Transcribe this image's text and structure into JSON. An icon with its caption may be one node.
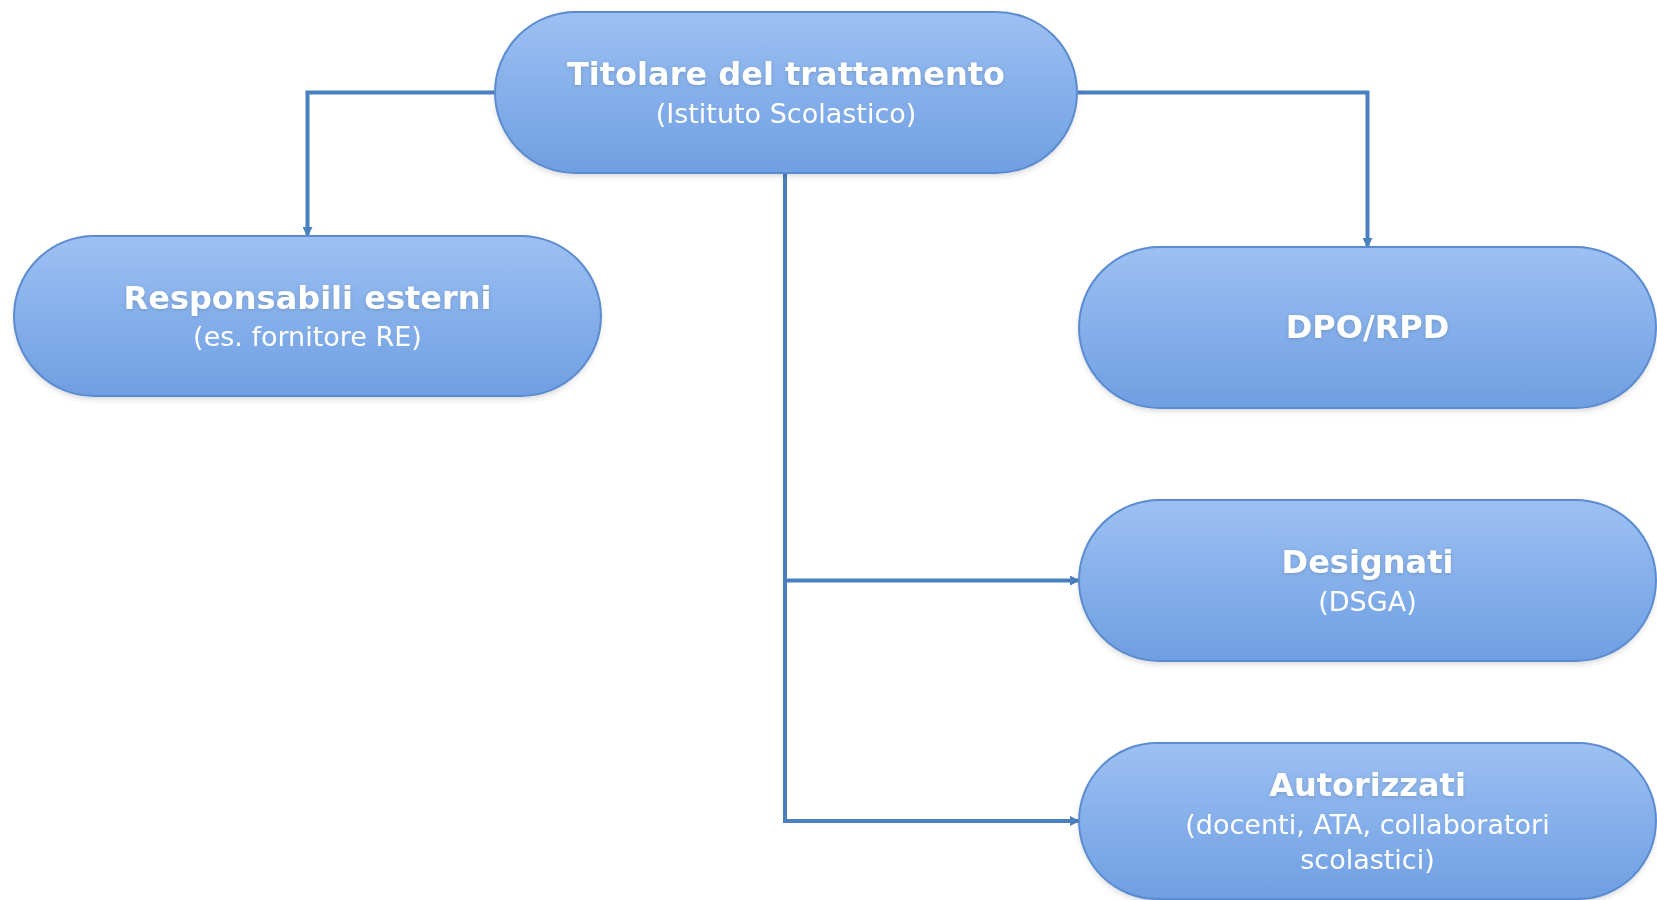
{
  "diagram": {
    "nodes": [
      {
        "text": [
          "Titolare del trattamento",
          "(Istituto Scolastico)"
        ]
      },
      {
        "text": [
          "Responsabili esterni",
          "(es. fornitore RE)"
        ]
      },
      {
        "text": [
          "DPO/RPD"
        ]
      },
      {
        "text": [
          "Designati",
          "(DSGA)"
        ]
      },
      {
        "text": [
          "Autorizzati",
          "(docenti, ATA, collaboratori scolastici)"
        ]
      }
    ],
    "edges": [
      {
        "from": 0,
        "to": 1,
        "arrow": "to"
      },
      {
        "from": 0,
        "to": 2,
        "arrow": "to"
      },
      {
        "from": 0,
        "to": 3,
        "arrow": "to"
      },
      {
        "from": 0,
        "to": 4,
        "arrow": "to"
      }
    ]
  }
}
